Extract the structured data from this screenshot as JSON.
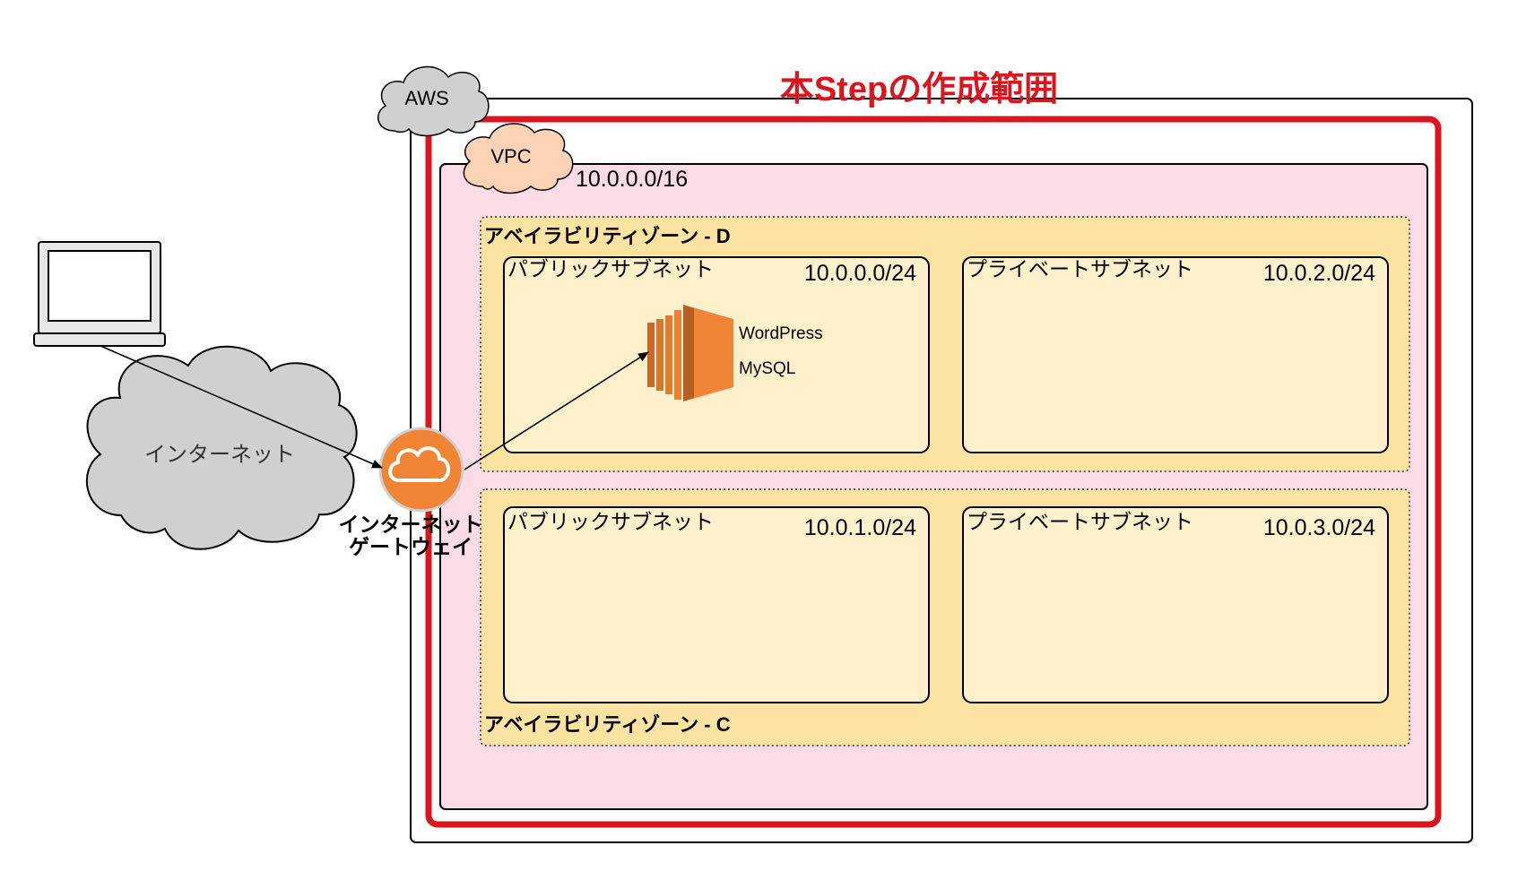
{
  "title": "本Stepの作成範囲",
  "aws": {
    "label": "AWS"
  },
  "vpc": {
    "label": "VPC",
    "cidr": "10.0.0.0/16"
  },
  "internet": {
    "label": "インターネット"
  },
  "gateway": {
    "line1": "インターネット",
    "line2": "ゲートウェイ"
  },
  "zone_d": {
    "label": "アベイラビリティゾーン - D",
    "public_subnet": {
      "label": "パブリックサブネット",
      "cidr": "10.0.0.0/24"
    },
    "private_subnet": {
      "label": "プライベートサブネット",
      "cidr": "10.0.2.0/24"
    }
  },
  "zone_c": {
    "label": "アベイラビリティゾーン - C",
    "public_subnet": {
      "label": "パブリックサブネット",
      "cidr": "10.0.1.0/24"
    },
    "private_subnet": {
      "label": "プライベートサブネット",
      "cidr": "10.0.3.0/24"
    }
  },
  "ec2": {
    "app": "WordPress",
    "db": "MySQL"
  },
  "colors": {
    "scope_border": "#d9161e",
    "title": "#d9161e",
    "vpc_fill": "#fadbe6",
    "zone_fill": "#fce3a1",
    "subnet_fill": "#fff0cc",
    "ec2": "#f08536",
    "gateway": "#f08536",
    "aws_cloud": "#d0d0d0",
    "vpc_cloud": "#fdd3b3",
    "internet_cloud": "#d0d0d0"
  },
  "icons": [
    "laptop-icon",
    "internet-cloud-icon",
    "gateway-icon",
    "ec2-instance-icon",
    "aws-cloud-icon",
    "vpc-cloud-icon"
  ]
}
